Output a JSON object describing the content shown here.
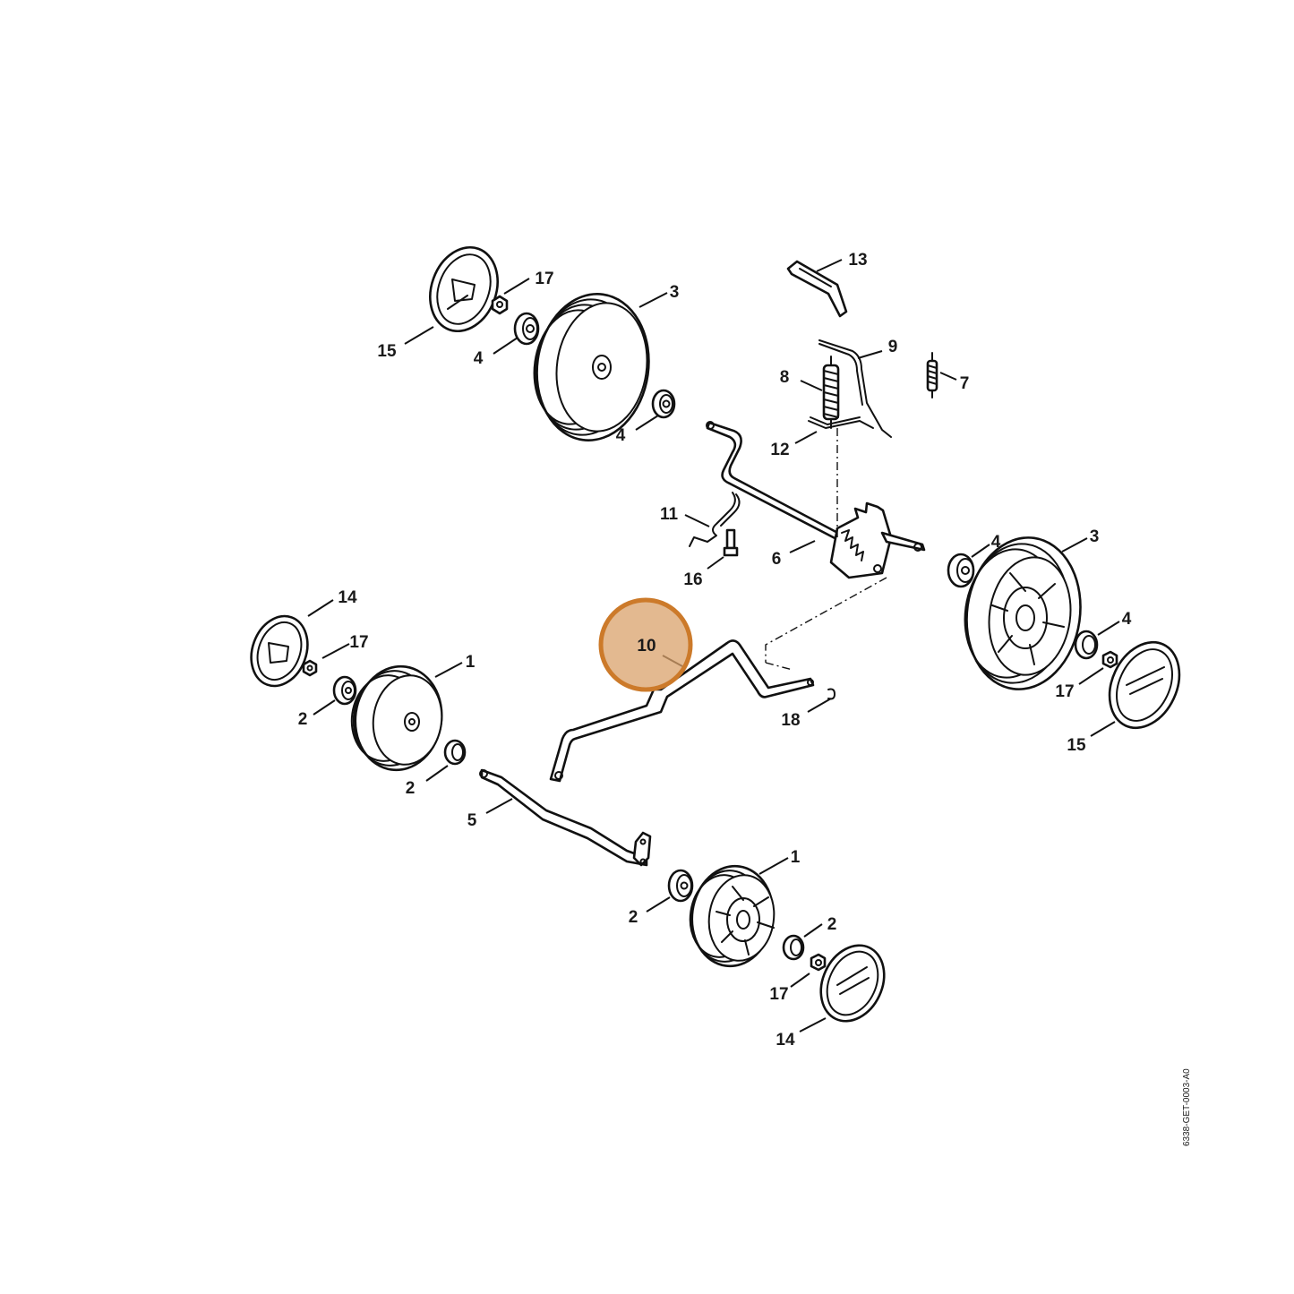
{
  "diagram": {
    "highlight": {
      "part": "10",
      "color": "#cc7a2a",
      "fill": "#d9a26b"
    },
    "callouts": {
      "p1a": "1",
      "p1b": "1",
      "p2a": "2",
      "p2b": "2",
      "p2c": "2",
      "p2d": "2",
      "p3a": "3",
      "p3b": "3",
      "p4a": "4",
      "p4b": "4",
      "p4c": "4",
      "p4d": "4",
      "p5": "5",
      "p6": "6",
      "p7": "7",
      "p8": "8",
      "p9": "9",
      "p10": "10",
      "p11": "11",
      "p12": "12",
      "p13": "13",
      "p14a": "14",
      "p14b": "14",
      "p15a": "15",
      "p15b": "15",
      "p16": "16",
      "p17a": "17",
      "p17b": "17",
      "p17c": "17",
      "p17d": "17",
      "p18": "18"
    },
    "doc_number": "6338-GET-0003-A0"
  }
}
